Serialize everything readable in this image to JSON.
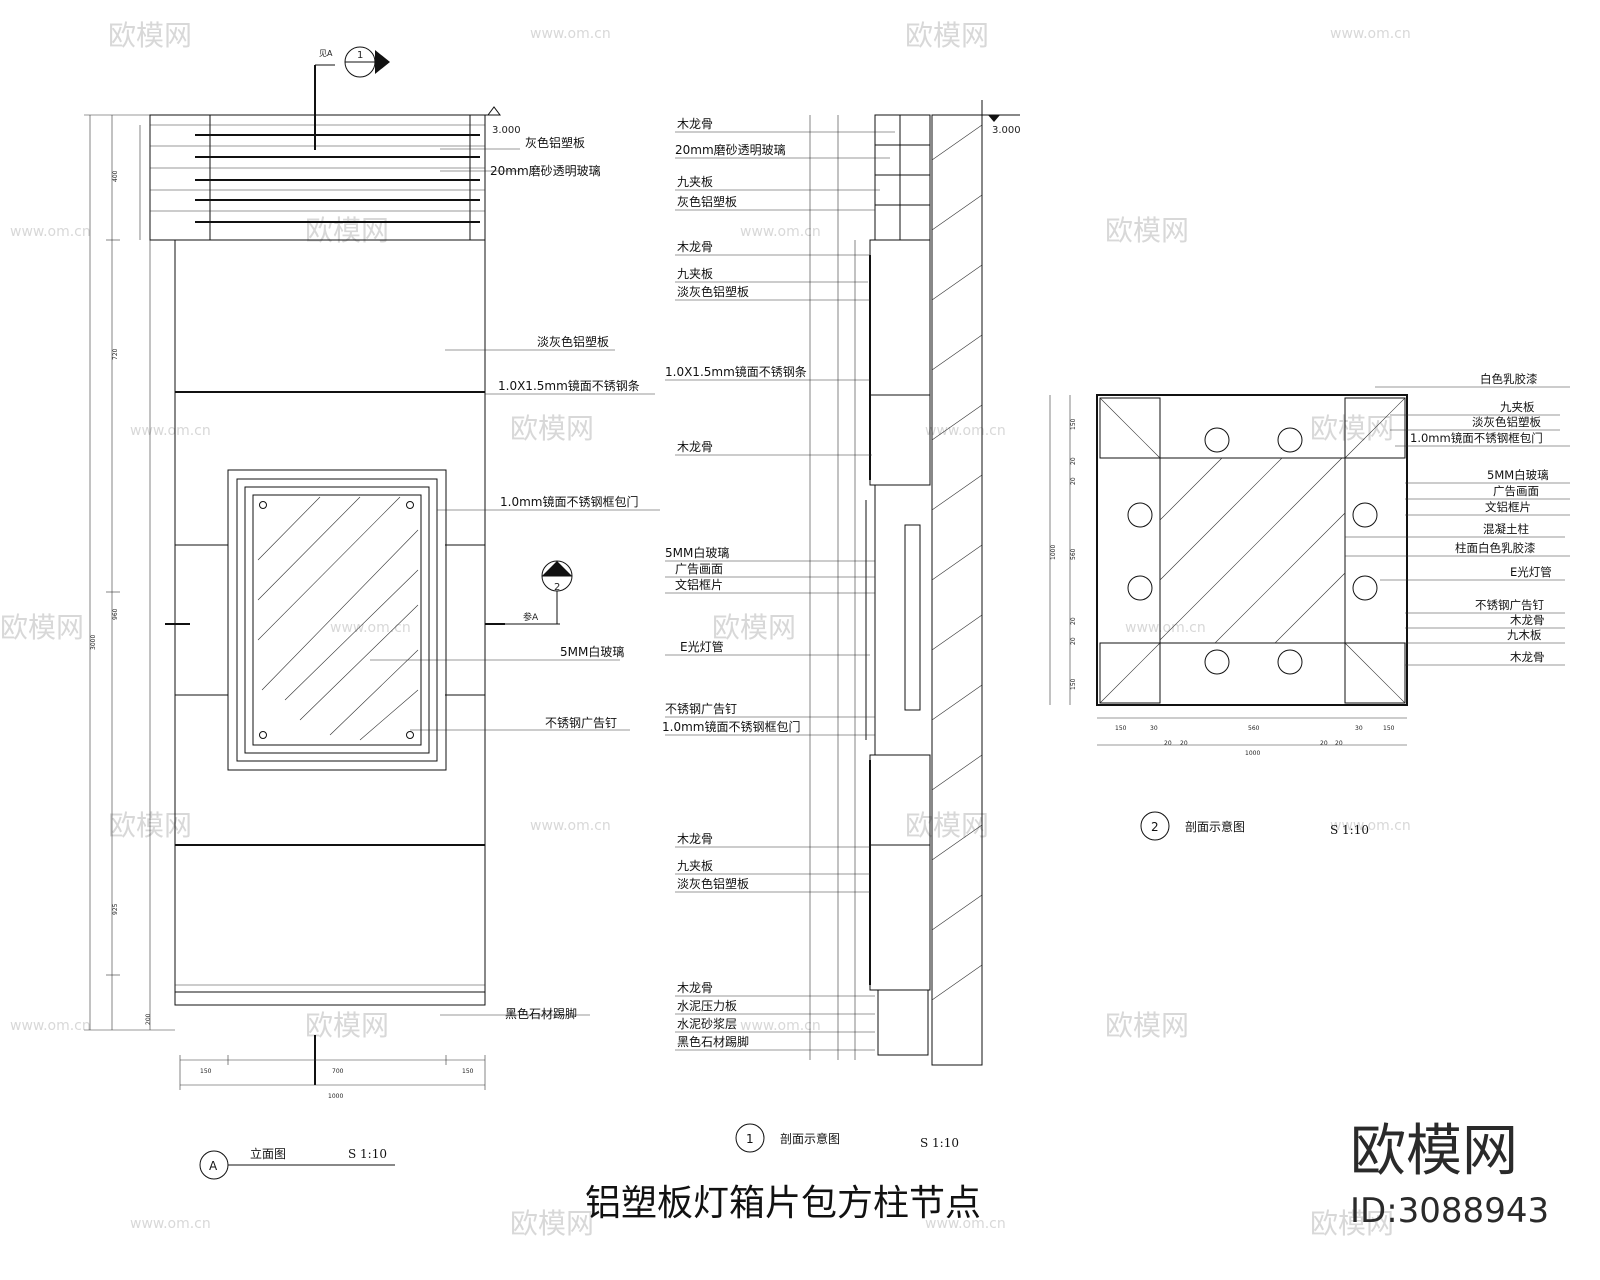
{
  "drawing_title": "铝塑板灯箱片包方柱节点",
  "elevation": {
    "marker": "A",
    "title": "立面图",
    "scale": "S 1:10",
    "section_tag_1": "1",
    "section_tag_1_note": "见A",
    "section_tag_2": "2",
    "section_tag_2_note": "参A",
    "level": "3.000",
    "labels": [
      "灰色铝塑板",
      "20mm磨砂透明玻璃",
      "淡灰色铝塑板",
      "1.0X1.5mm镜面不锈钢条",
      "1.0mm镜面不锈钢框包门",
      "5MM白玻璃",
      "不锈钢广告钉",
      "黑色石材踢脚"
    ],
    "dims_bottom": [
      "150",
      "700",
      "150",
      "1000"
    ],
    "dims_left": [
      "400",
      "720",
      "960",
      "925",
      "200",
      "3000"
    ]
  },
  "section1": {
    "marker": "1",
    "title": "剖面示意图",
    "scale": "S 1:10",
    "level": "3.000",
    "labels": [
      "木龙骨",
      "20mm磨砂透明玻璃",
      "九夹板",
      "灰色铝塑板",
      "木龙骨",
      "九夹板",
      "淡灰色铝塑板",
      "1.0X1.5mm镜面不锈钢条",
      "木龙骨",
      "5MM白玻璃",
      "广告画面",
      "文铝框片",
      "E光灯管",
      "不锈钢广告钉",
      "1.0mm镜面不锈钢框包门",
      "木龙骨",
      "九夹板",
      "淡灰色铝塑板",
      "木龙骨",
      "水泥压力板",
      "水泥砂浆层",
      "黑色石材踢脚"
    ]
  },
  "section2": {
    "marker": "2",
    "title": "剖面示意图",
    "scale": "S 1:10",
    "labels": [
      "白色乳胶漆",
      "九夹板",
      "淡灰色铝塑板",
      "1.0mm镜面不锈钢框包门",
      "5MM白玻璃",
      "广告画面",
      "文铝框片",
      "混凝土柱",
      "柱面白色乳胶漆",
      "E光灯管",
      "不锈钢广告钉",
      "木龙骨",
      "九木板",
      "木龙骨"
    ],
    "dims_bottom": [
      "150",
      "30",
      "560",
      "30",
      "150",
      "20",
      "20",
      "1000",
      "20",
      "20"
    ],
    "dims_left": [
      "150",
      "20",
      "20",
      "560",
      "20",
      "20",
      "150",
      "1000"
    ]
  },
  "watermark": {
    "brand": "欧模网",
    "url": "www.om.cn",
    "id_text": "ID:3088943"
  }
}
